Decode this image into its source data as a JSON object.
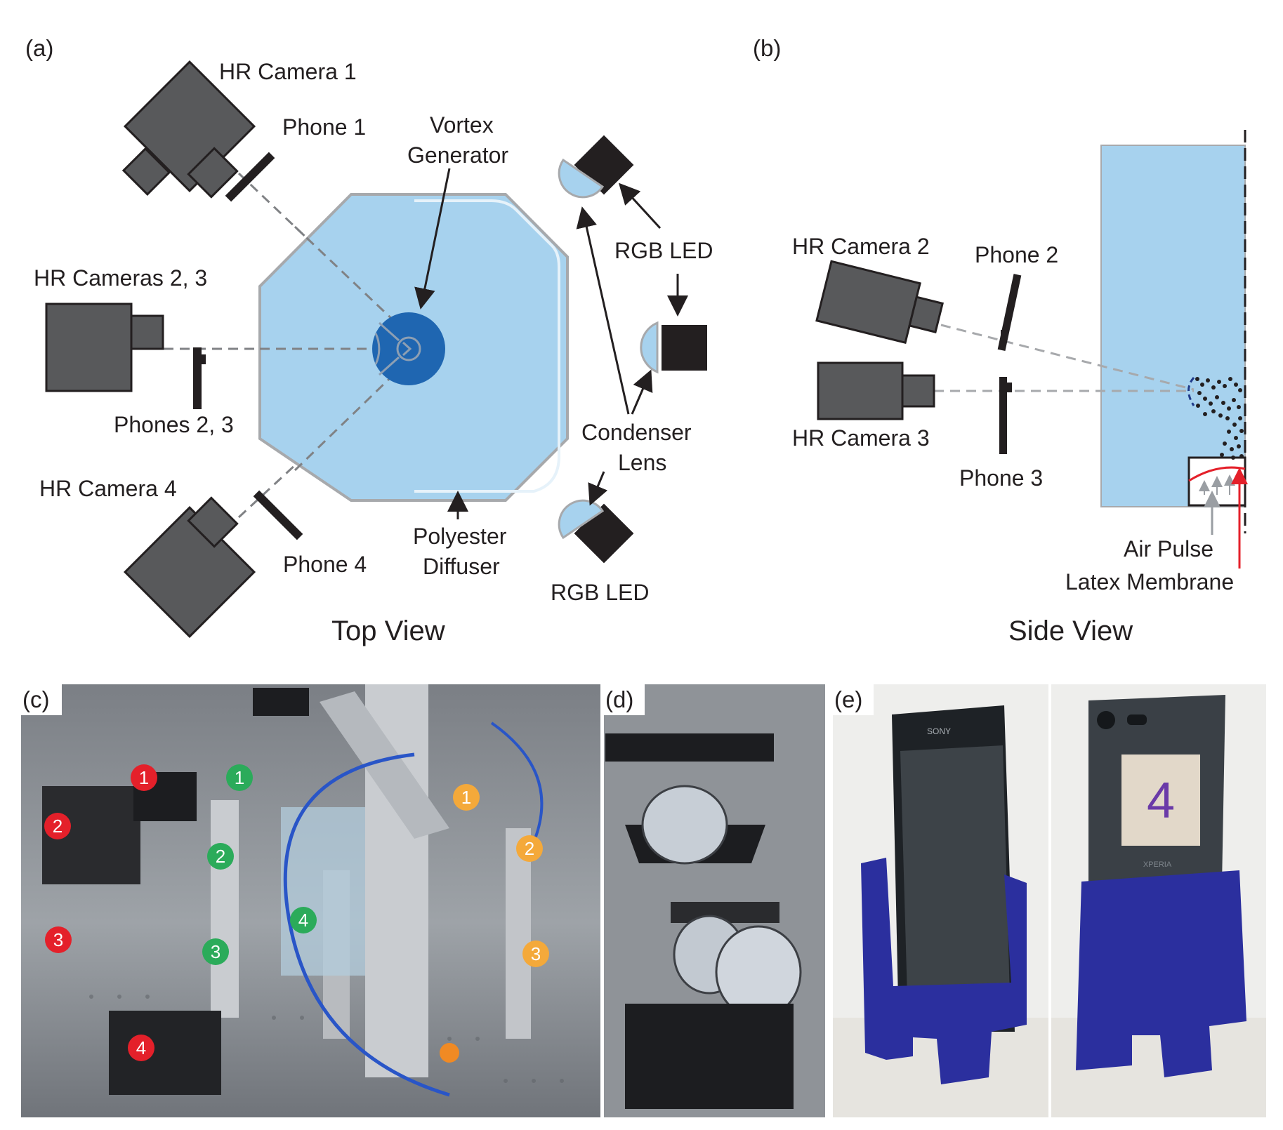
{
  "panels": {
    "a": "(a)",
    "b": "(b)",
    "c": "(c)",
    "d": "(d)",
    "e": "(e)"
  },
  "top_view": {
    "caption": "Top View",
    "hr_camera_1": "HR Camera 1",
    "hr_cameras_2_3": "HR Cameras 2, 3",
    "hr_camera_4": "HR Camera 4",
    "phone_1": "Phone 1",
    "phones_2_3": "Phones 2, 3",
    "phone_4": "Phone 4",
    "vortex_line1": "Vortex",
    "vortex_line2": "Generator",
    "diffuser_line1": "Polyester",
    "diffuser_line2": "Diffuser",
    "rgb_led_top": "RGB LED",
    "rgb_led_bottom": "RGB LED",
    "condenser_line1": "Condenser",
    "condenser_line2": "Lens"
  },
  "side_view": {
    "caption": "Side View",
    "hr_camera_2": "HR Camera 2",
    "hr_camera_3": "HR Camera 3",
    "phone_2": "Phone 2",
    "phone_3": "Phone 3",
    "air_pulse": "Air Pulse",
    "latex_membrane": "Latex Membrane"
  },
  "photo_c_markers": {
    "red": [
      "1",
      "2",
      "3",
      "4"
    ],
    "green": [
      "1",
      "2",
      "3",
      "4"
    ],
    "orange": [
      "1",
      "2",
      "3"
    ]
  },
  "photo_e": {
    "phone_brand": "SONY",
    "phone_model": "XPERIA",
    "tag_number": "4"
  },
  "colors": {
    "tank_fill": "#a7d2ee",
    "vortex_fill": "#1f66b1",
    "device_gray": "#58595b",
    "marker_red": "#e4202a",
    "marker_green": "#2bab5a",
    "marker_orange": "#f4a93a",
    "stand_blue": "#2b2f9e",
    "membrane_red": "#e4202a"
  }
}
